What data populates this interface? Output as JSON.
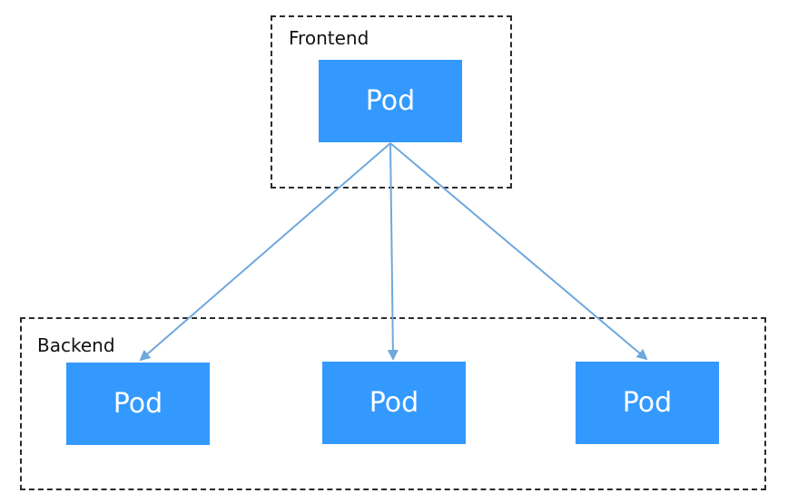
{
  "groups": {
    "frontend": {
      "label": "Frontend"
    },
    "backend": {
      "label": "Backend"
    }
  },
  "pods": {
    "frontend": {
      "label": "Pod"
    },
    "backend": [
      {
        "label": "Pod"
      },
      {
        "label": "Pod"
      },
      {
        "label": "Pod"
      }
    ]
  },
  "colors": {
    "pod_fill": "#3399ff",
    "pod_text": "#ffffff",
    "edge": "#6fa8dc",
    "group_border": "#2b2b2b"
  }
}
